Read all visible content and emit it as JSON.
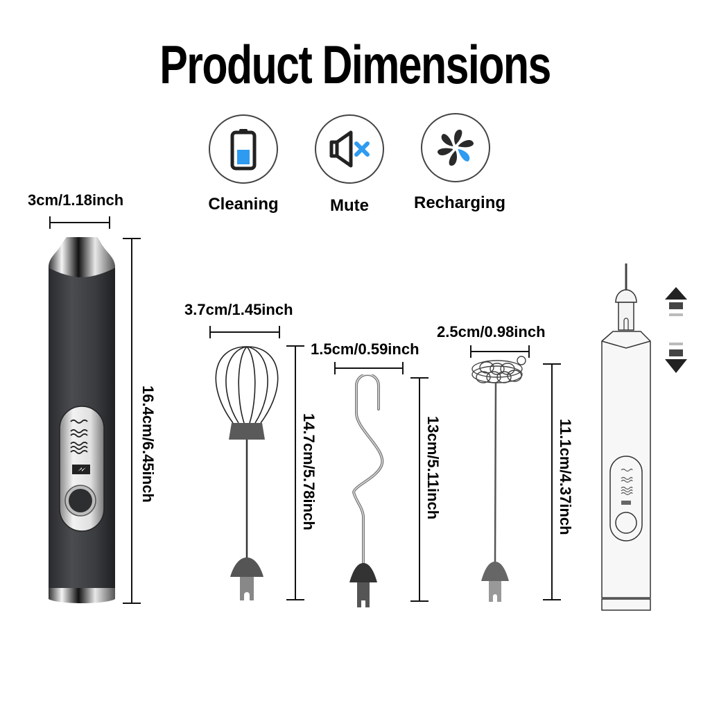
{
  "title": "Product Dimensions",
  "features": [
    {
      "label": "Cleaning",
      "icon": "battery-icon"
    },
    {
      "label": "Mute",
      "icon": "speaker-mute-icon"
    },
    {
      "label": "Recharging",
      "icon": "pinwheel-icon"
    }
  ],
  "colors": {
    "accent_blue": "#2e9bf0",
    "handle_dark": "#3b3d40",
    "chrome": "#c8c8c8"
  },
  "dimensions": {
    "handle_width": "3cm/1.18inch",
    "handle_height": "16.4cm/6.45inch",
    "balloon_whisk_width": "3.7cm/1.45inch",
    "balloon_whisk_height": "14.7cm/5.78inch",
    "dough_hook_width": "1.5cm/0.59inch",
    "dough_hook_height": "13cm/5.11inch",
    "frother_width": "2.5cm/0.98inch",
    "frother_height": "11.1cm/4.37inch"
  }
}
